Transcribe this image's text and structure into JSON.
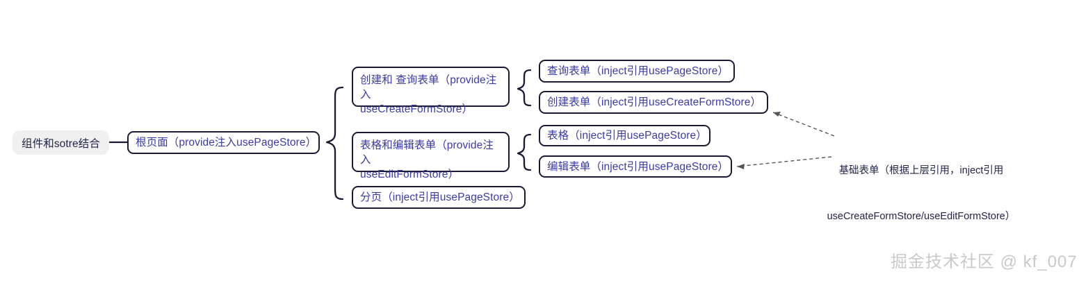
{
  "diagram": {
    "title_chip": "组件和sotre结合",
    "root": {
      "label": "根页面（provide注入usePageStore）"
    },
    "level2": [
      {
        "name": "create-query-form-group",
        "label": "创建和 查询表单（provide注入\nuseCreateFormStore）"
      },
      {
        "name": "table-edit-form-group",
        "label": "表格和编辑表单（provide注入\nuseEditFormStore）"
      },
      {
        "name": "pagination",
        "label": "分页（inject引用usePageStore）"
      }
    ],
    "level3": [
      {
        "name": "query-form",
        "label": "查询表单（inject引用usePageStore）"
      },
      {
        "name": "create-form",
        "label": "创建表单（inject引用useCreateFormStore）"
      },
      {
        "name": "table",
        "label": "表格（inject引用usePageStore）"
      },
      {
        "name": "edit-form",
        "label": "编辑表单（inject引用usePageStore）"
      }
    ],
    "annotation": {
      "line1": "基础表单（根据上层引用，inject引用",
      "line2": "useCreateFormStore/useEditFormStore）"
    },
    "watermark": "掘金技术社区 @ kf_007",
    "colors": {
      "border": "#191933",
      "node_text": "#3b3ba8",
      "chip_bg": "#f0f0f0",
      "chip_text": "#23234a",
      "connector": "#191933",
      "dashed": "#555555",
      "watermark": "#c9c9c9",
      "background": "#ffffff"
    }
  }
}
